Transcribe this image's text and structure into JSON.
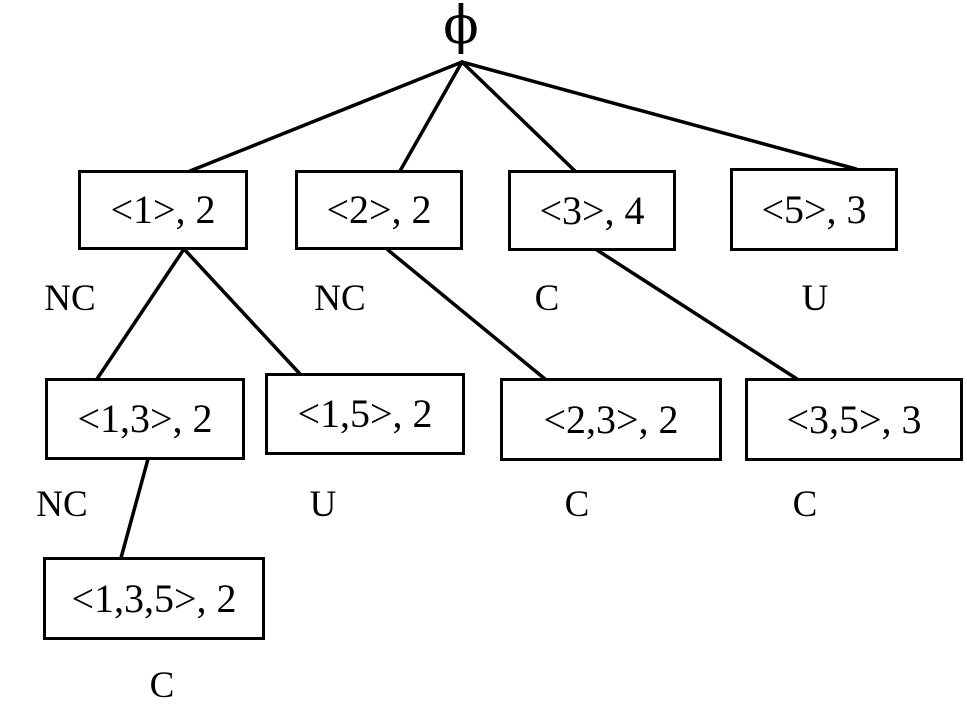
{
  "colors": {
    "ink": "#000000",
    "background": "#ffffff"
  },
  "diagram": {
    "root": {
      "label": "ϕ"
    },
    "levels": [
      {
        "nodes": [
          {
            "label": "<1>, 2",
            "edge_label": "NC"
          },
          {
            "label": "<2>, 2",
            "edge_label": "NC"
          },
          {
            "label": "<3>, 4",
            "edge_label": "C"
          },
          {
            "label": "<5>, 3",
            "edge_label": "U"
          }
        ]
      },
      {
        "nodes": [
          {
            "label": "<1,3>, 2",
            "edge_label": "NC"
          },
          {
            "label": "<1,5>, 2",
            "edge_label": "U"
          },
          {
            "label": "<2,3>, 2",
            "edge_label": "C"
          },
          {
            "label": "<3,5>, 3",
            "edge_label": "C"
          }
        ]
      },
      {
        "nodes": [
          {
            "label": "<1,3,5>, 2",
            "edge_label": "C"
          }
        ]
      }
    ]
  }
}
